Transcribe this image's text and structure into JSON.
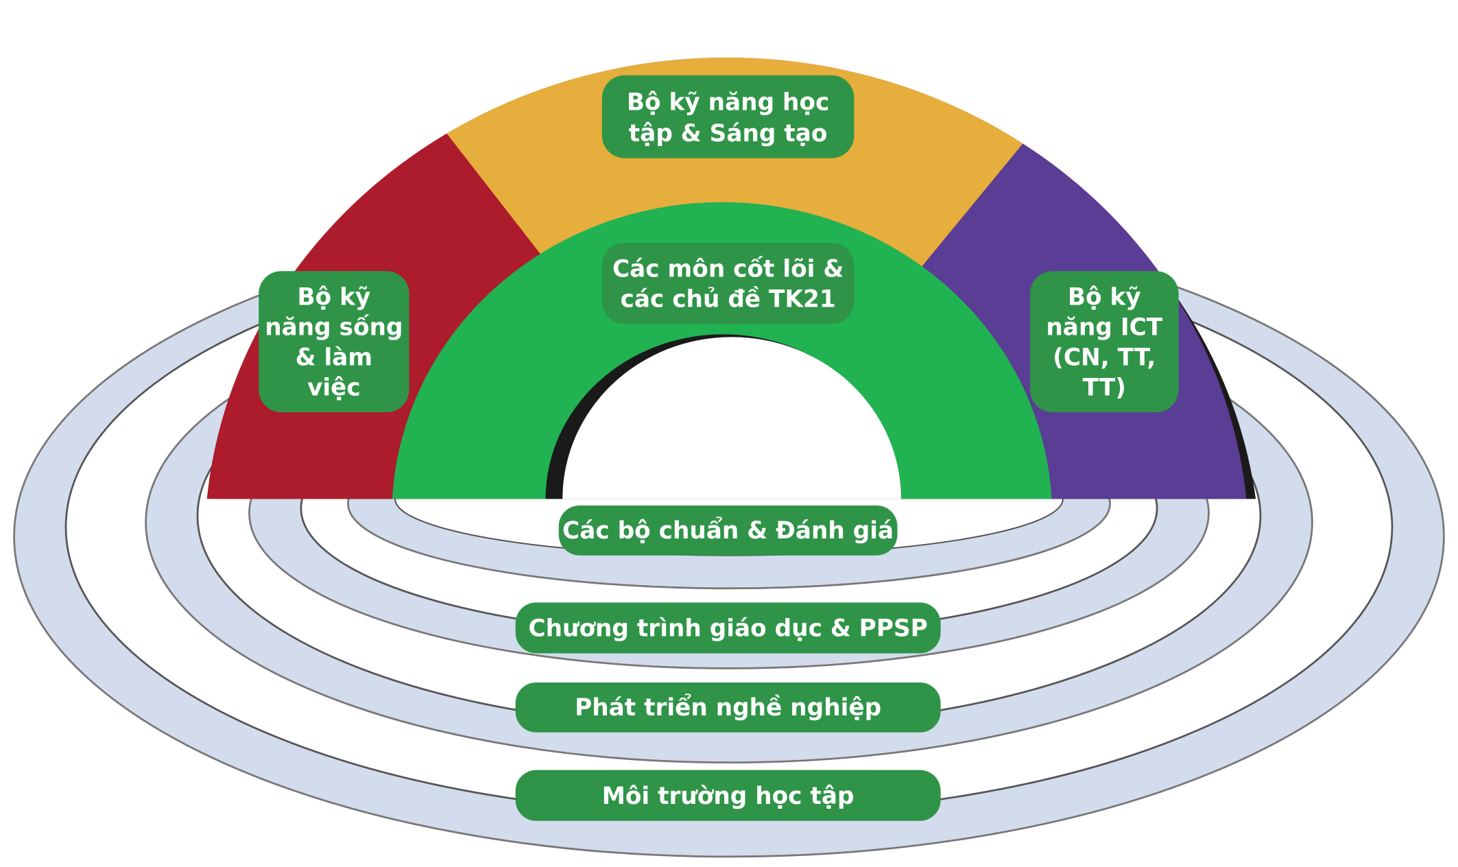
{
  "colors": {
    "red": "#ad1c2c",
    "yellow": "#e6ae3c",
    "purple": "#5a3d94",
    "green": "#21b252",
    "pill": "#2f9447",
    "ring": "#d3dcec"
  },
  "arch": {
    "top_label": [
      "Bộ kỹ năng học",
      "tập & Sáng tạo"
    ],
    "center_label": [
      "Các môn cốt lõi &",
      "các chủ đề TK21"
    ],
    "left_label": [
      "Bộ kỹ",
      "năng sống",
      "& làm",
      "việc"
    ],
    "right_label": [
      "Bộ kỹ",
      "năng ICT",
      "(CN, TT,",
      "TT)"
    ]
  },
  "rings": [
    {
      "label": "Các bộ chuẩn & Đánh giá"
    },
    {
      "label": "Chương trình giáo dục & PPSP"
    },
    {
      "label": "Phát triển nghề nghiệp"
    },
    {
      "label": "Môi trường học tập"
    }
  ]
}
